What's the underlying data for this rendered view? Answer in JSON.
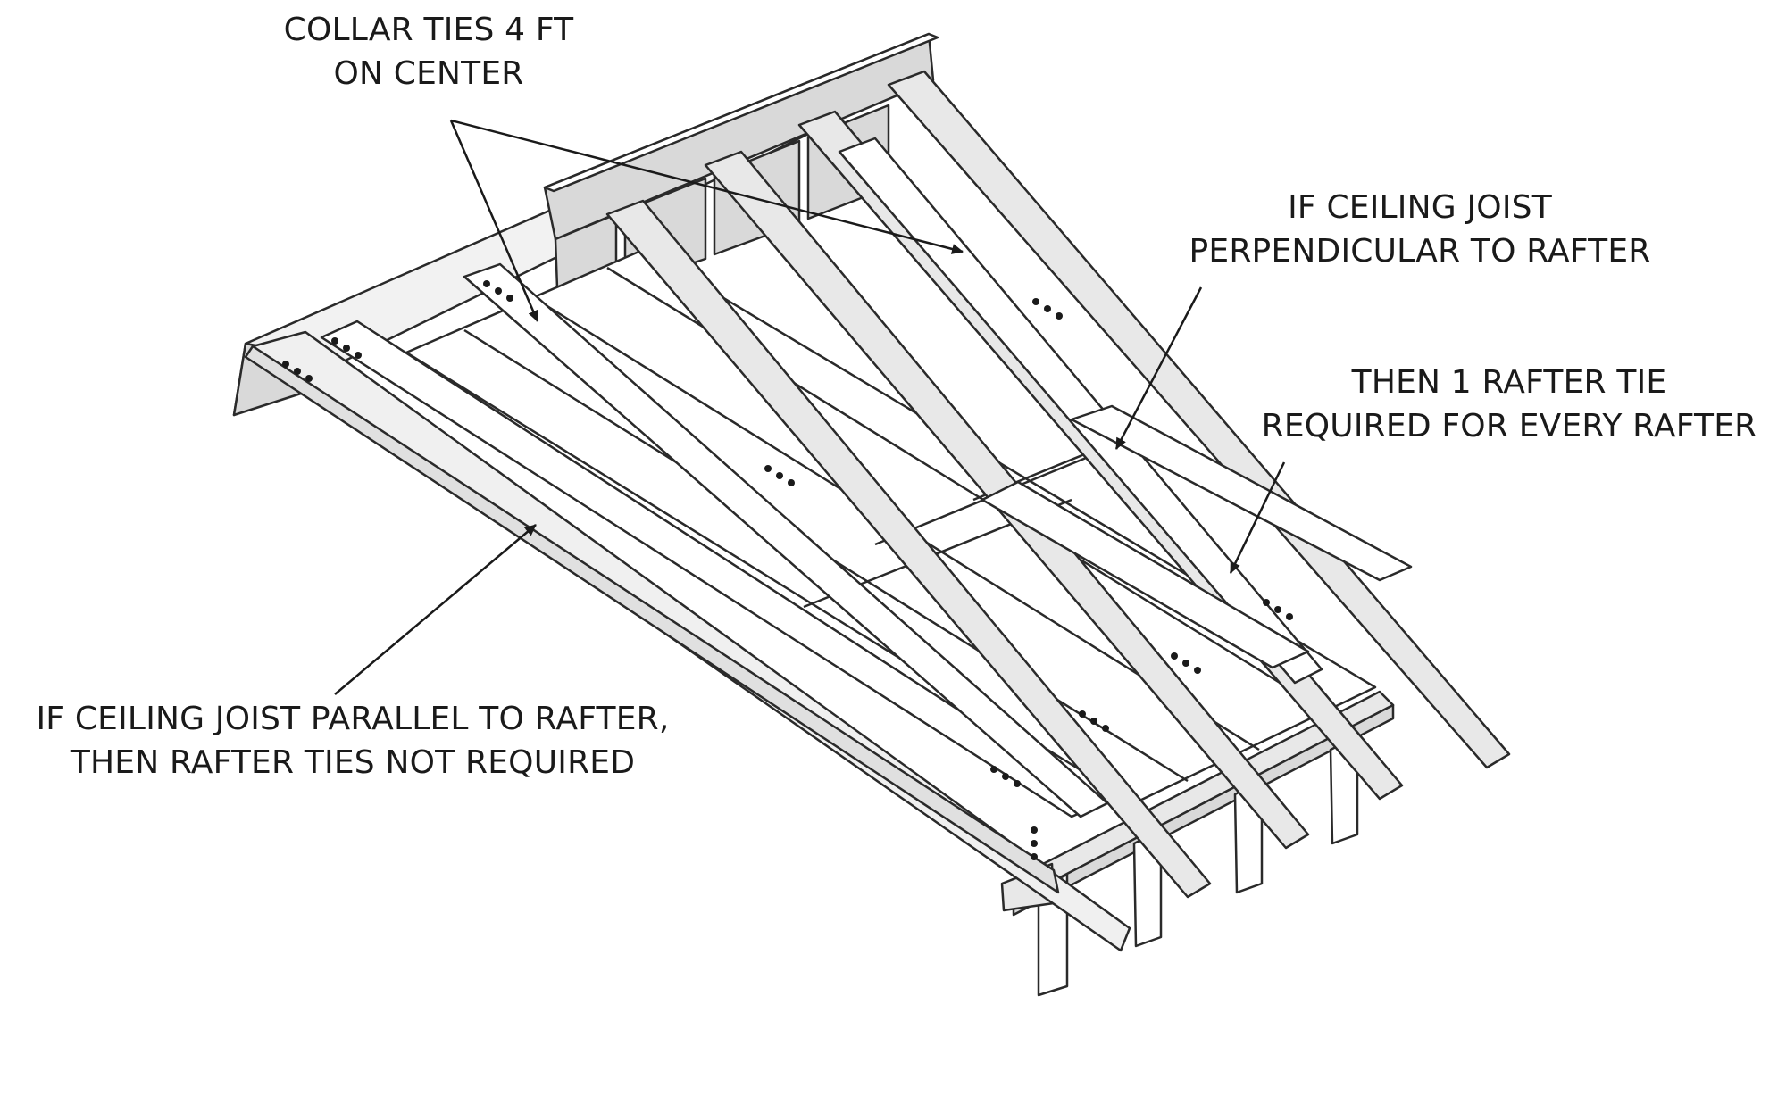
{
  "diagram": {
    "labels": {
      "collar_ties": {
        "line1": "COLLAR TIES 4 FT",
        "line2": "ON CENTER"
      },
      "ceiling_joist_perpendicular": {
        "line1": "IF CEILING JOIST",
        "line2": "PERPENDICULAR TO RAFTER"
      },
      "rafter_tie_required": {
        "line1": "THEN 1 RAFTER TIE",
        "line2": "REQUIRED FOR EVERY RAFTER"
      },
      "ceiling_joist_parallel": {
        "line1": "IF CEILING JOIST PARALLEL TO RAFTER,",
        "line2": "THEN RAFTER TIES NOT REQUIRED"
      }
    },
    "colors": {
      "outline": "#2a2a2a",
      "lumber": "#ffffff",
      "shade": "#d9d9d9",
      "dark_shade": "#bfbfbf",
      "text": "#1a1a1a"
    }
  }
}
